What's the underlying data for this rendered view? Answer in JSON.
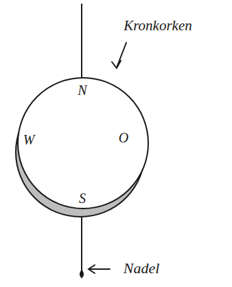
{
  "diagram": {
    "labels": [
      "Kronkorken",
      "N",
      "W",
      "O",
      "S",
      "Nadel"
    ]
  }
}
